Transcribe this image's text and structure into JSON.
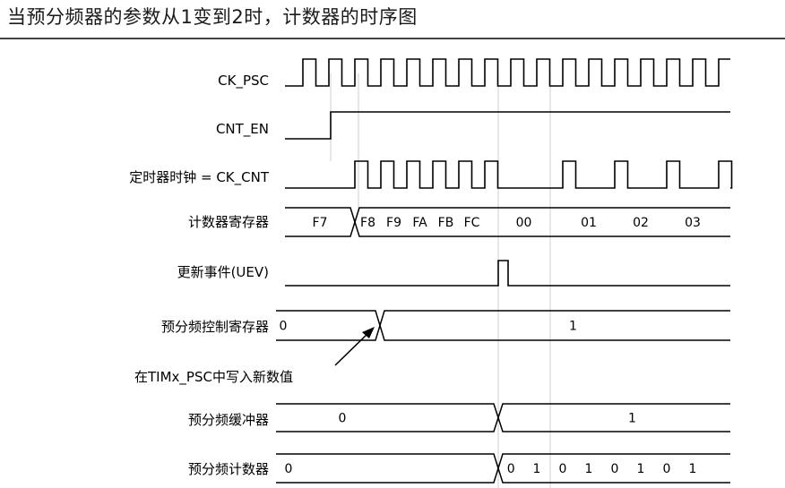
{
  "title": "当预分频器的参数从1变到2时，计数器的时序图",
  "signals": {
    "ck_psc": "CK_PSC",
    "cnt_en": "CNT_EN",
    "ck_cnt": "定时器时钟 = CK_CNT",
    "counter_reg": "计数器寄存器",
    "uev": "更新事件(UEV)",
    "psc_ctrl": "预分频控制寄存器",
    "psc_buffer": "预分频缓冲器",
    "psc_counter": "预分频计数器"
  },
  "annotation": "在TIMx_PSC中写入新数值",
  "counter_values": [
    "F7",
    "F8",
    "F9",
    "FA",
    "FB",
    "FC",
    "00",
    "01",
    "02",
    "03"
  ],
  "psc_ctrl_values": [
    "0",
    "1"
  ],
  "psc_buffer_values": [
    "0",
    "1"
  ],
  "psc_counter_values": [
    "0",
    "0",
    "1",
    "0",
    "1",
    "0",
    "1",
    "0",
    "1"
  ]
}
